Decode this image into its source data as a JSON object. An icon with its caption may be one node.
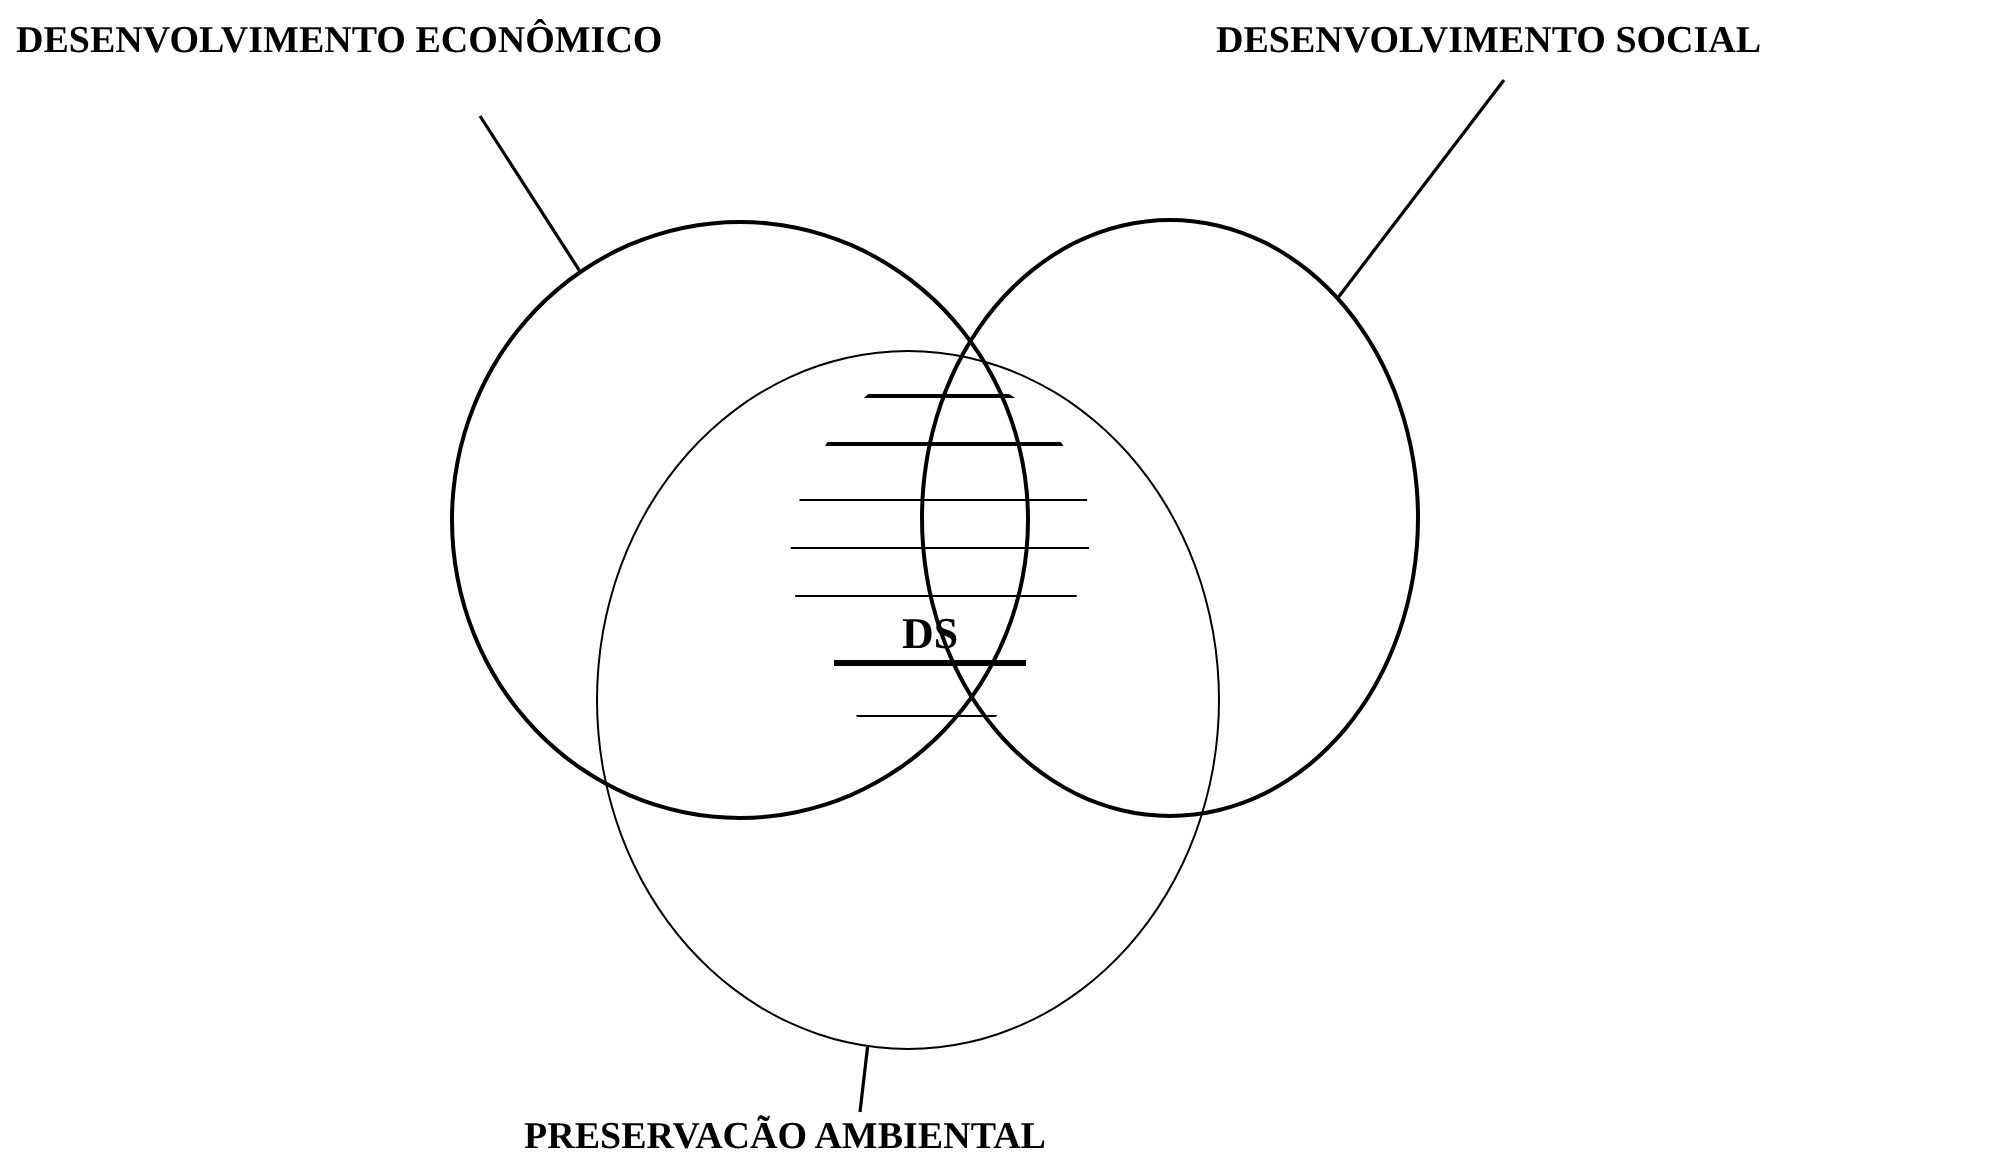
{
  "diagram": {
    "nodes": [
      {
        "text": [
          "DESENVOLVIMENTO ECONÔMICO"
        ]
      },
      {
        "text": [
          "DESENVOLVIMENTO SOCIAL"
        ]
      },
      {
        "text": [],
        "shape": "circle"
      },
      {
        "text": [],
        "shape": "circle"
      },
      {
        "text": [],
        "shape": "circle"
      },
      {
        "text": [
          "PRESERVACÃO AMBIENTAL"
        ]
      }
    ],
    "edges": [
      {
        "from": 0,
        "to": 2,
        "arrow": "none"
      },
      {
        "from": 1,
        "to": 3,
        "arrow": "none"
      },
      {
        "from": 5,
        "to": 4,
        "arrow": "none"
      }
    ],
    "labels": [
      "DS"
    ]
  }
}
